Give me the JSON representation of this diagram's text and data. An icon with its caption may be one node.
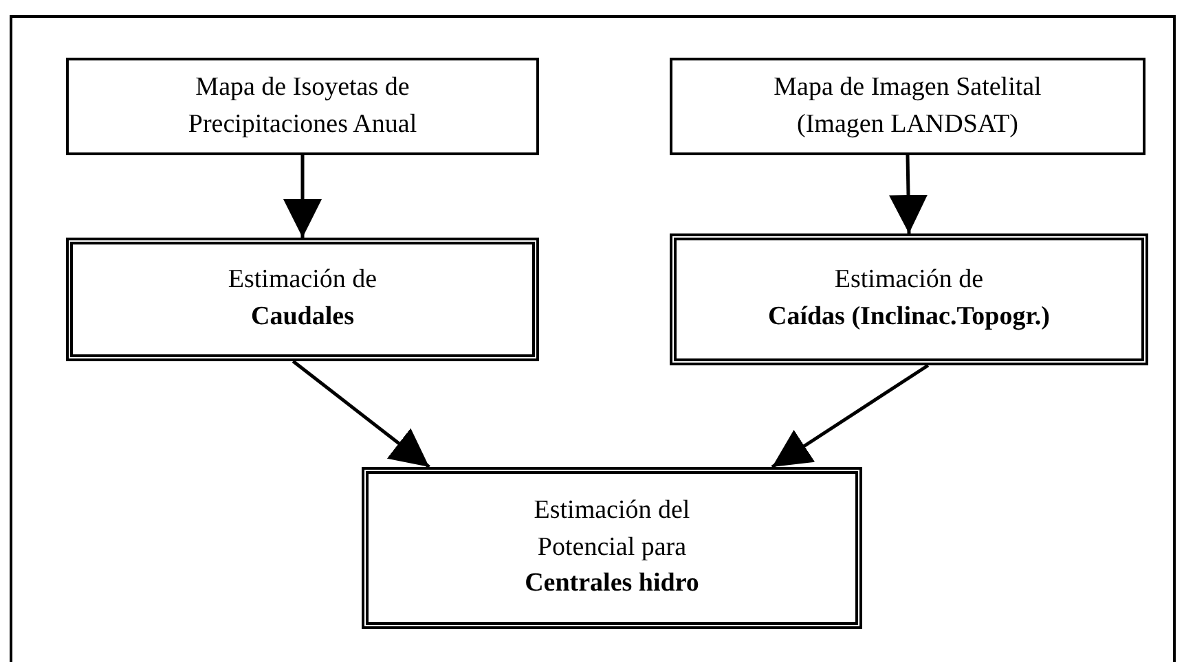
{
  "diagram": {
    "nodes": [
      {
        "text": [
          "Mapa de Isoyetas de Precipitaciones Anual"
        ]
      },
      {
        "text": [
          "Mapa de Imagen Satelital (Imagen LANDSAT)"
        ]
      },
      {
        "text": [
          "Estimación de **Caudales**"
        ]
      },
      {
        "text": [
          "Estimación de **Caídas (Inclinac.Topogr.)**"
        ]
      },
      {
        "text": [
          "Estimación del Potencial para **Centrales hidro**"
        ]
      }
    ],
    "edges": [
      {
        "from": 0,
        "to": 2,
        "arrow": "to"
      },
      {
        "from": 1,
        "to": 3,
        "arrow": "to"
      },
      {
        "from": 2,
        "to": 4,
        "arrow": "to"
      },
      {
        "from": 3,
        "to": 4,
        "arrow": "to"
      }
    ]
  }
}
